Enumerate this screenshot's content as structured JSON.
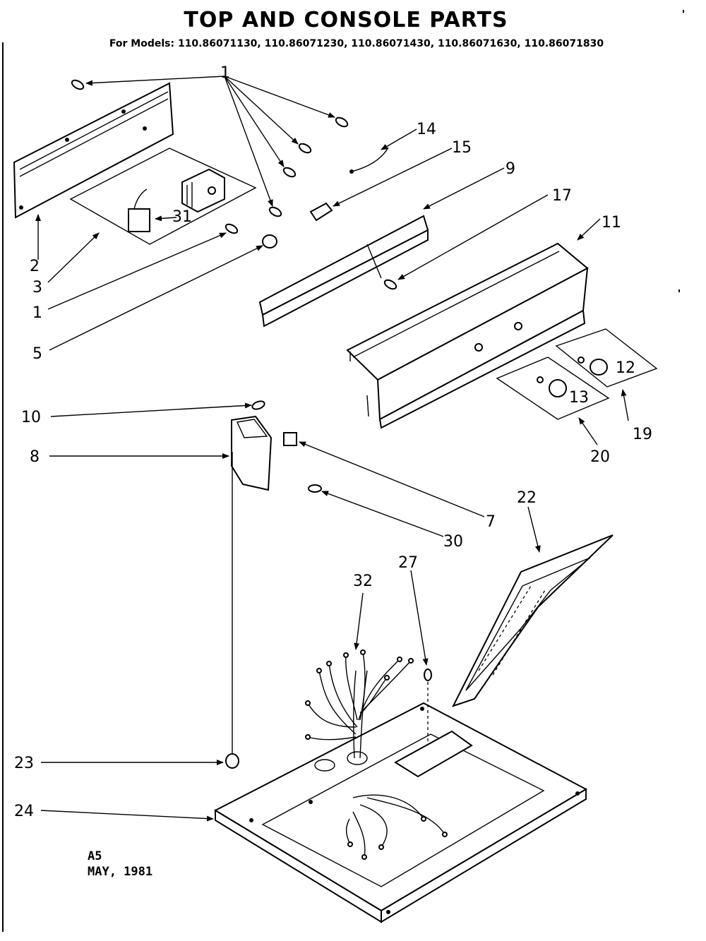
{
  "title": "TOP AND CONSOLE PARTS",
  "models_line": "For Models: 110.86071130, 110.86071230, 110.86071430, 110.86071630, 110.86071830",
  "callouts": {
    "c1a": "1",
    "c14": "14",
    "c15": "15",
    "c9": "9",
    "c17": "17",
    "c11": "11",
    "c2": "2",
    "c3": "3",
    "c31": "31",
    "c1b": "1",
    "c5": "5",
    "c12": "12",
    "c13": "13",
    "c19": "19",
    "c20": "20",
    "c10": "10",
    "c8": "8",
    "c7": "7",
    "c30": "30",
    "c22": "22",
    "c27": "27",
    "c32": "32",
    "c23": "23",
    "c24": "24"
  },
  "footer": {
    "code": "A5",
    "date": "MAY, 1981"
  }
}
